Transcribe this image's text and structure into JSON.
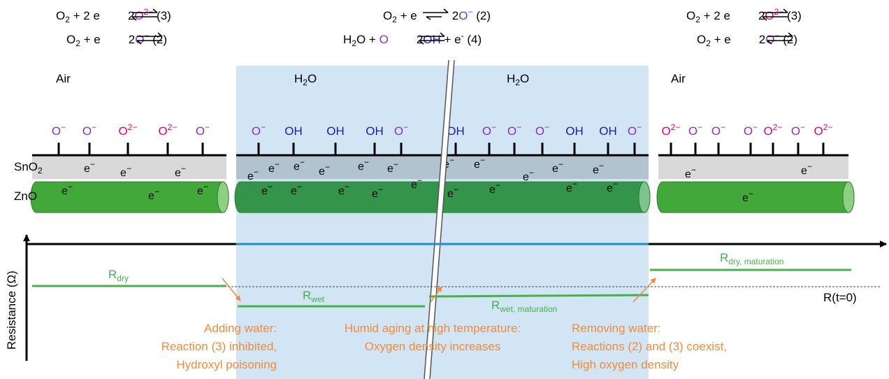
{
  "equations": {
    "left": [
      {
        "o2": "O",
        "o2sub": "2",
        "plus": " + 2 e",
        "prod": "2",
        "species": "O",
        "charge": "2−",
        "tag": " (3)"
      },
      {
        "o2": "O",
        "o2sub": "2",
        "plus": " + e",
        "prod": "2",
        "species": "O",
        "charge": "−",
        "tag": " (2)"
      }
    ],
    "middle": [
      {
        "o2": "O",
        "o2sub": "2",
        "plus": " + e",
        "prod": "2",
        "species": "O",
        "charge": "−",
        "tag": " (2)"
      },
      {
        "lhs": "H",
        "lhssub": "2",
        "lhs2": "O + ",
        "ion": "O",
        "prod": "2",
        "species": "OH",
        "tail": " + e",
        "tailsup": "-",
        "tag": "  (4)"
      }
    ],
    "right": [
      {
        "o2": "O",
        "o2sub": "2",
        "plus": " + 2 e",
        "prod": "2",
        "species": "O",
        "charge": "2−",
        "tag": " (3)"
      },
      {
        "o2": "O",
        "o2sub": "2",
        "plus": " + e",
        "prod": "2",
        "species": "O",
        "charge": "−",
        "tag": " (2)"
      }
    ]
  },
  "environments": {
    "air_left": "Air",
    "water_left": {
      "base": "H",
      "sub": "2",
      "tail": "O"
    },
    "water_right": {
      "base": "H",
      "sub": "2",
      "tail": "O"
    },
    "air_right": "Air"
  },
  "materials": {
    "sno2": {
      "base": "SnO",
      "sub": "2"
    },
    "zno": "ZnO"
  },
  "adsorbates": {
    "left": [
      "O−",
      "O−",
      "O2−",
      "O2−",
      "O−"
    ],
    "middle_left": [
      "O−",
      "OH",
      "OH",
      "OH",
      "O−"
    ],
    "middle_right": [
      "OH",
      "O−",
      "O−",
      "O−",
      "OH",
      "OH",
      "O−"
    ],
    "right": [
      "O2−",
      "O−",
      "O−",
      "O−",
      "O2−",
      "O−",
      "O2−"
    ]
  },
  "electron_label": {
    "base": "e",
    "sup": "−"
  },
  "axis": {
    "ylabel": "Resistance (Ω)",
    "ref_label": "R(t=0)"
  },
  "resistance_levels": [
    {
      "base": "R",
      "sub": "dry"
    },
    {
      "base": "R",
      "sub": "wet"
    },
    {
      "base": "R",
      "sub": "wet, maturation"
    },
    {
      "base": "R",
      "sub": "dry, maturation"
    }
  ],
  "annotations": {
    "adding_water": [
      "Adding water:",
      "Reaction (3) inhibited,",
      "Hydroxyl poisoning"
    ],
    "humid_aging": [
      "Humid aging at high temperature:",
      "Oxygen density increases"
    ],
    "removing_water": [
      "Removing water:",
      "Reactions (2) and (3) coexist,",
      "High oxygen density"
    ]
  },
  "colors": {
    "water_region": "#d2e5f4",
    "sno2_layer": "#d9d9d9",
    "zno_fill": "#43a83a",
    "zno_dark": "#34944a",
    "trace_green": "#47b04b",
    "trace_blue": "#1c8fce",
    "annotation_orange": "#f08a3c",
    "o_minus": "#8b2fbf",
    "o_2minus": "#e6007e",
    "oh": "#1a1ab3"
  }
}
